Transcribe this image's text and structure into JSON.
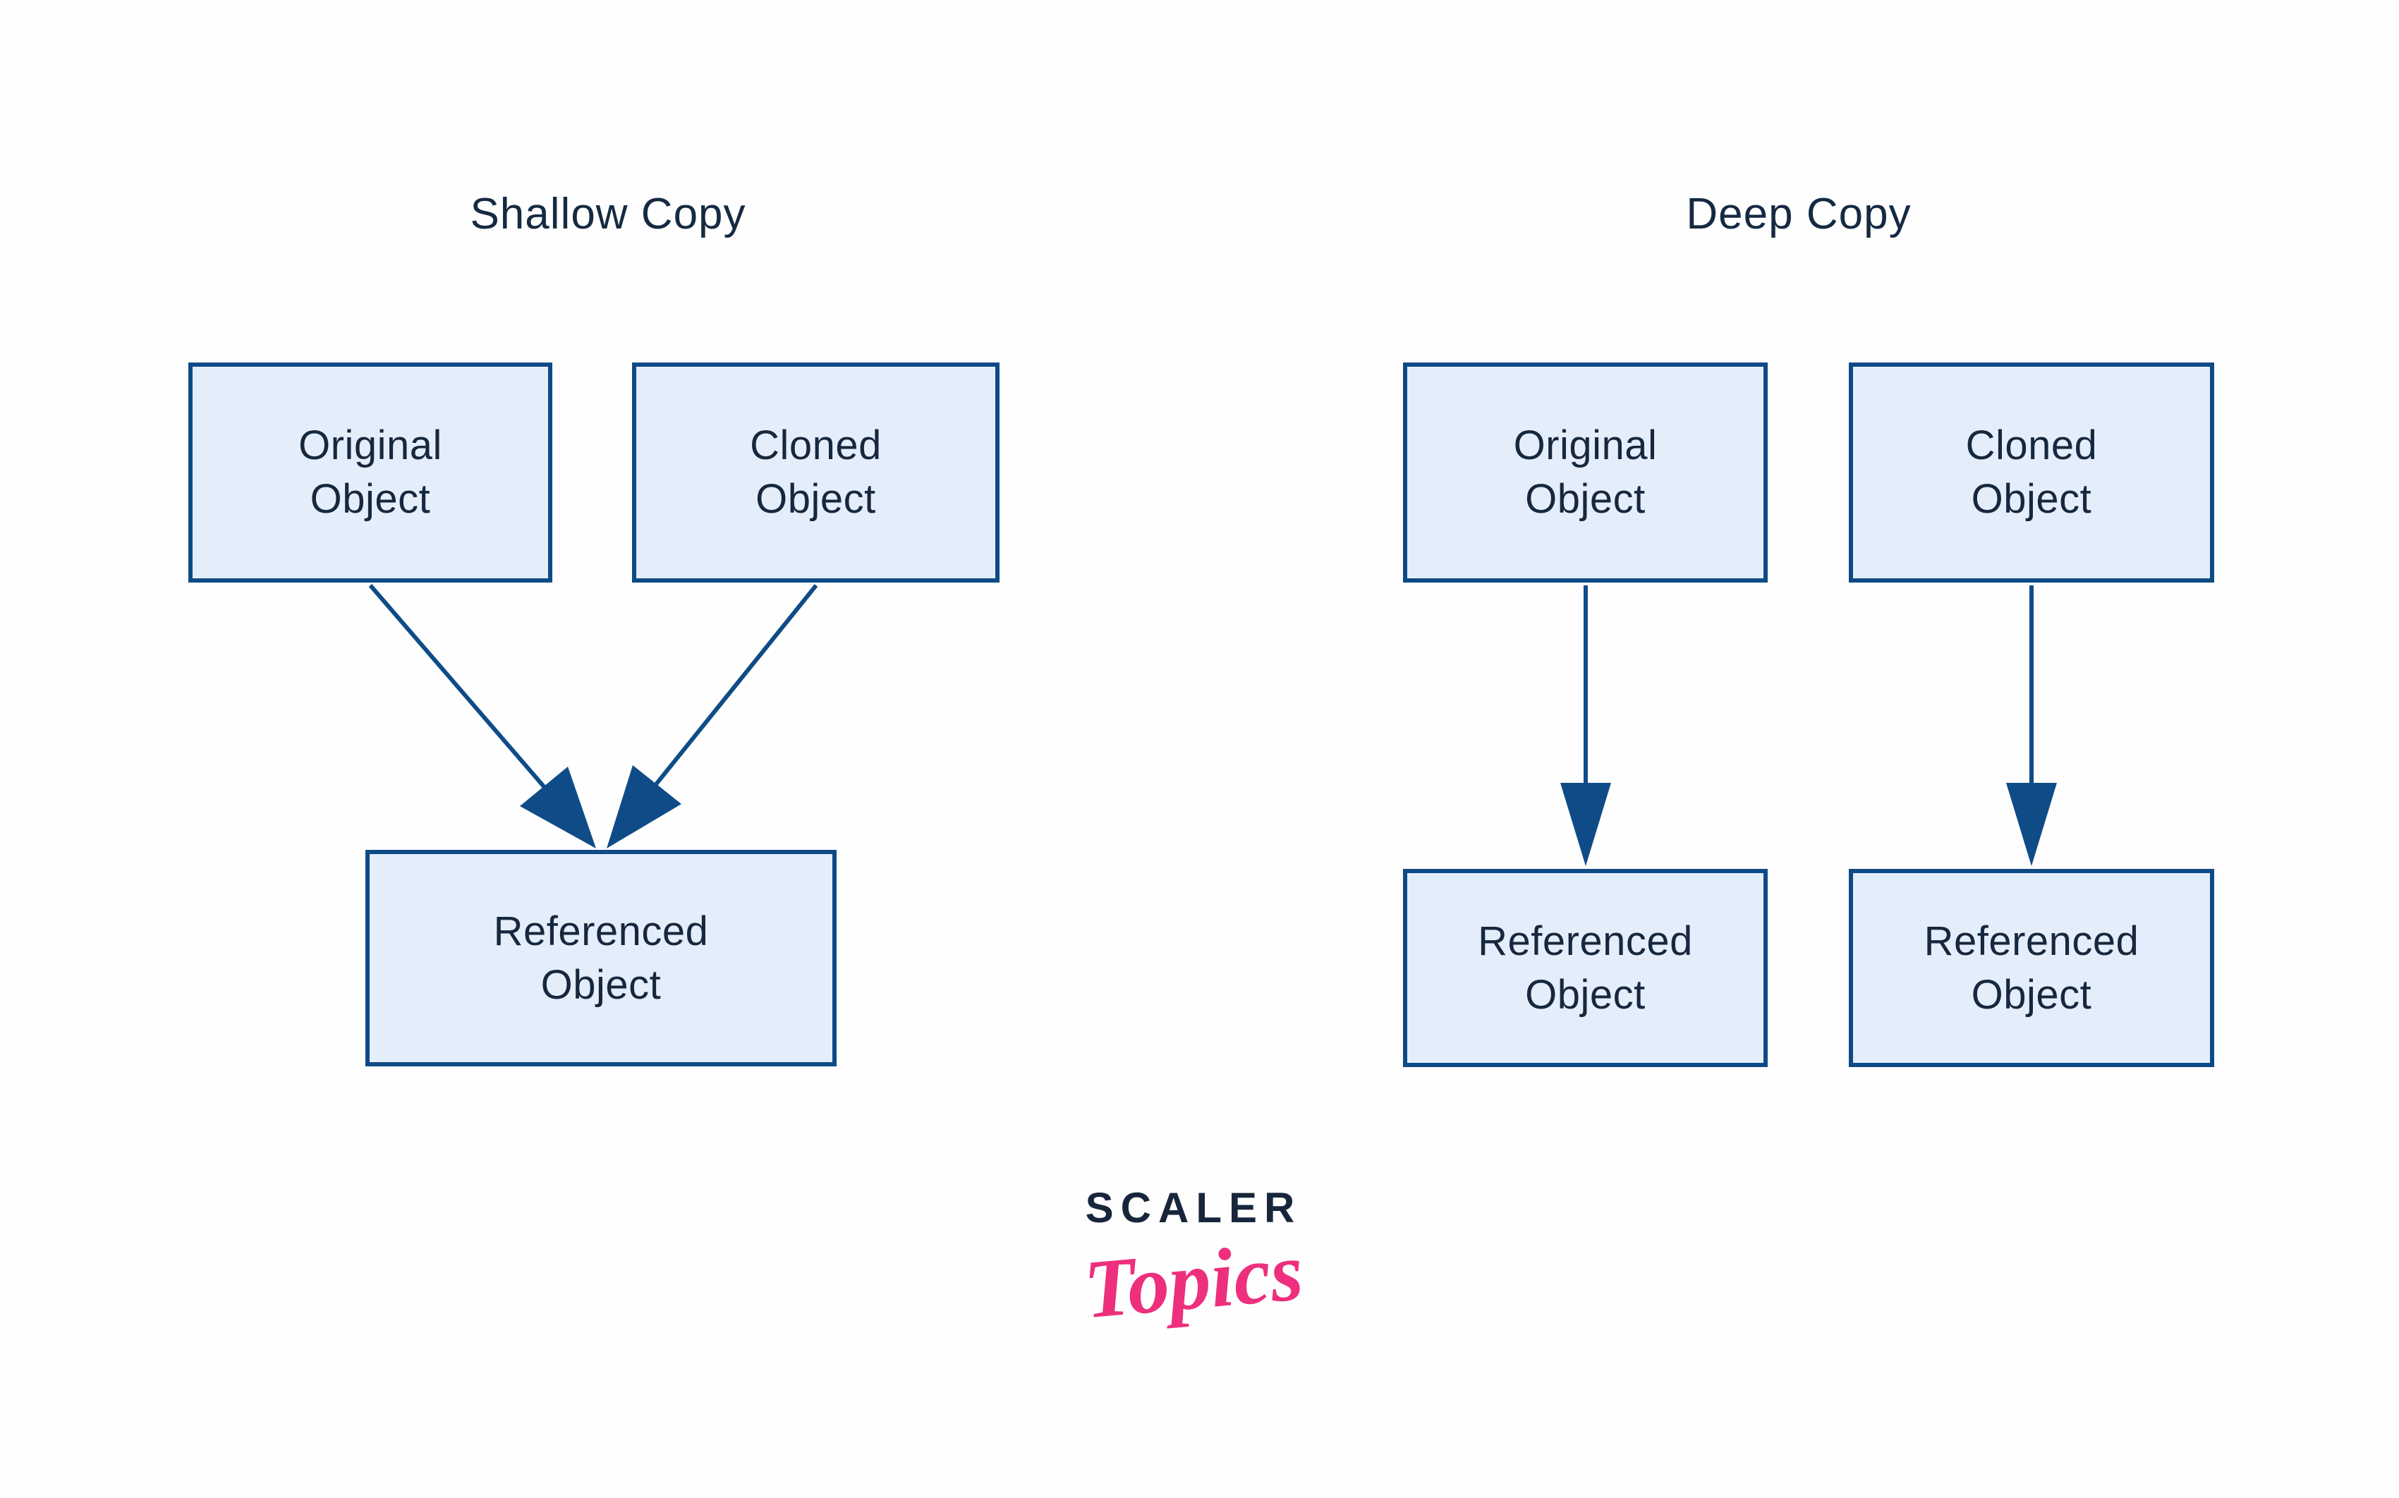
{
  "colors": {
    "background": "#fefefe",
    "box_fill": "#e4eefa",
    "box_border": "#0e4a85",
    "arrow": "#0f4c87",
    "box_text": "#16283e",
    "title_text": "#152a42",
    "logo_navy": "#18263b",
    "logo_pink": "#ed2f7d"
  },
  "shallow": {
    "title": "Shallow Copy",
    "original_box": {
      "line1": "Original",
      "line2": "Object"
    },
    "cloned_box": {
      "line1": "Cloned",
      "line2": "Object"
    },
    "referenced_box": {
      "line1": "Referenced",
      "line2": "Object"
    }
  },
  "deep": {
    "title": "Deep Copy",
    "original_box": {
      "line1": "Original",
      "line2": "Object"
    },
    "cloned_box": {
      "line1": "Cloned",
      "line2": "Object"
    },
    "referenced_left_box": {
      "line1": "Referenced",
      "line2": "Object"
    },
    "referenced_right_box": {
      "line1": "Referenced",
      "line2": "Object"
    }
  },
  "logo": {
    "brand": "SCALER",
    "sub": "Topics"
  }
}
